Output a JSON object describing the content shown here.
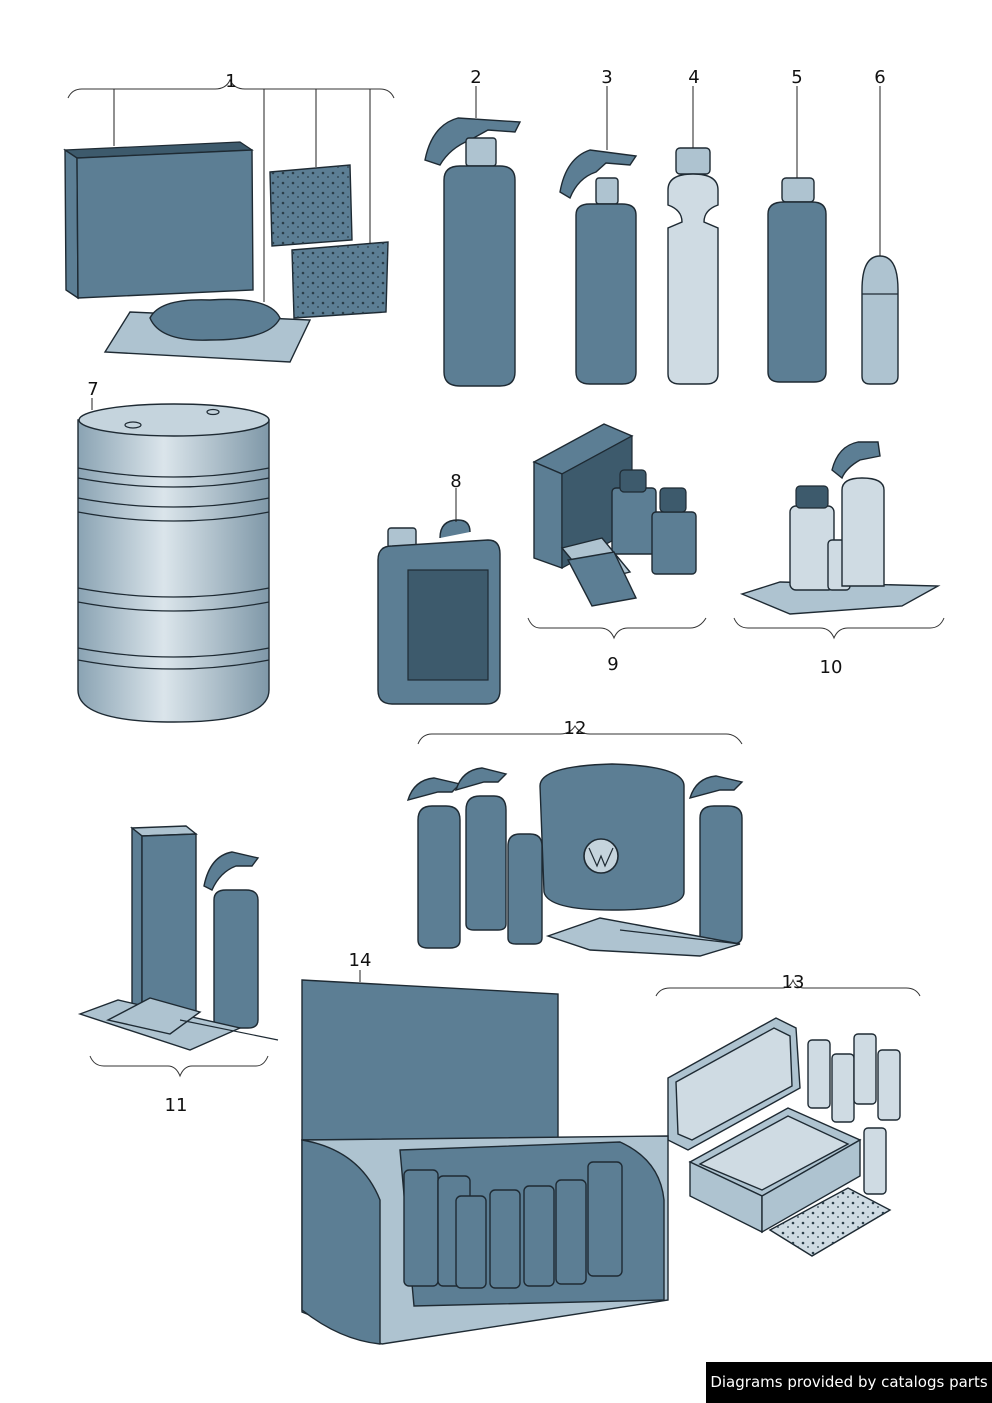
{
  "callouts": [
    "1",
    "2",
    "3",
    "4",
    "5",
    "6",
    "7",
    "8",
    "9",
    "10",
    "11",
    "12",
    "13",
    "14"
  ],
  "footer": {
    "text": "Diagrams provided by catalogs parts"
  },
  "colors": {
    "item_fill": "#5c7e94",
    "item_light": "#aec3d0",
    "outline": "#1e2a33",
    "badge_bg": "#000000"
  }
}
